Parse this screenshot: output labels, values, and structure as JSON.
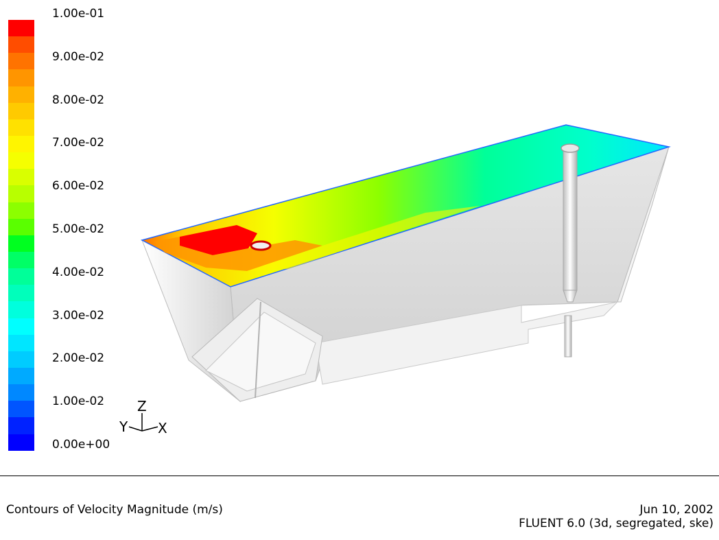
{
  "colorbar": {
    "colors": [
      "#ff0000",
      "#ff4d00",
      "#ff7300",
      "#ff9500",
      "#ffb100",
      "#ffca00",
      "#ffe100",
      "#fff500",
      "#f5ff00",
      "#d9ff00",
      "#b8ff00",
      "#8cff00",
      "#5aff00",
      "#00ff20",
      "#00ff66",
      "#00ff99",
      "#00ffbb",
      "#00ffdd",
      "#00ffff",
      "#00e6ff",
      "#00ccff",
      "#00aaff",
      "#0088ff",
      "#0055ff",
      "#0022ff",
      "#0000ff"
    ],
    "ticks": [
      "1.00e-01",
      "9.00e-02",
      "8.00e-02",
      "7.00e-02",
      "6.00e-02",
      "5.00e-02",
      "4.00e-02",
      "3.00e-02",
      "2.00e-02",
      "1.00e-02",
      "0.00e+00"
    ]
  },
  "axes": {
    "z": "Z",
    "y": "Y",
    "x": "X"
  },
  "caption": "Contours of Velocity Magnitude (m/s)",
  "date": "Jun 10, 2002",
  "solver": "FLUENT 6.0 (3d, segregated, ske)"
}
